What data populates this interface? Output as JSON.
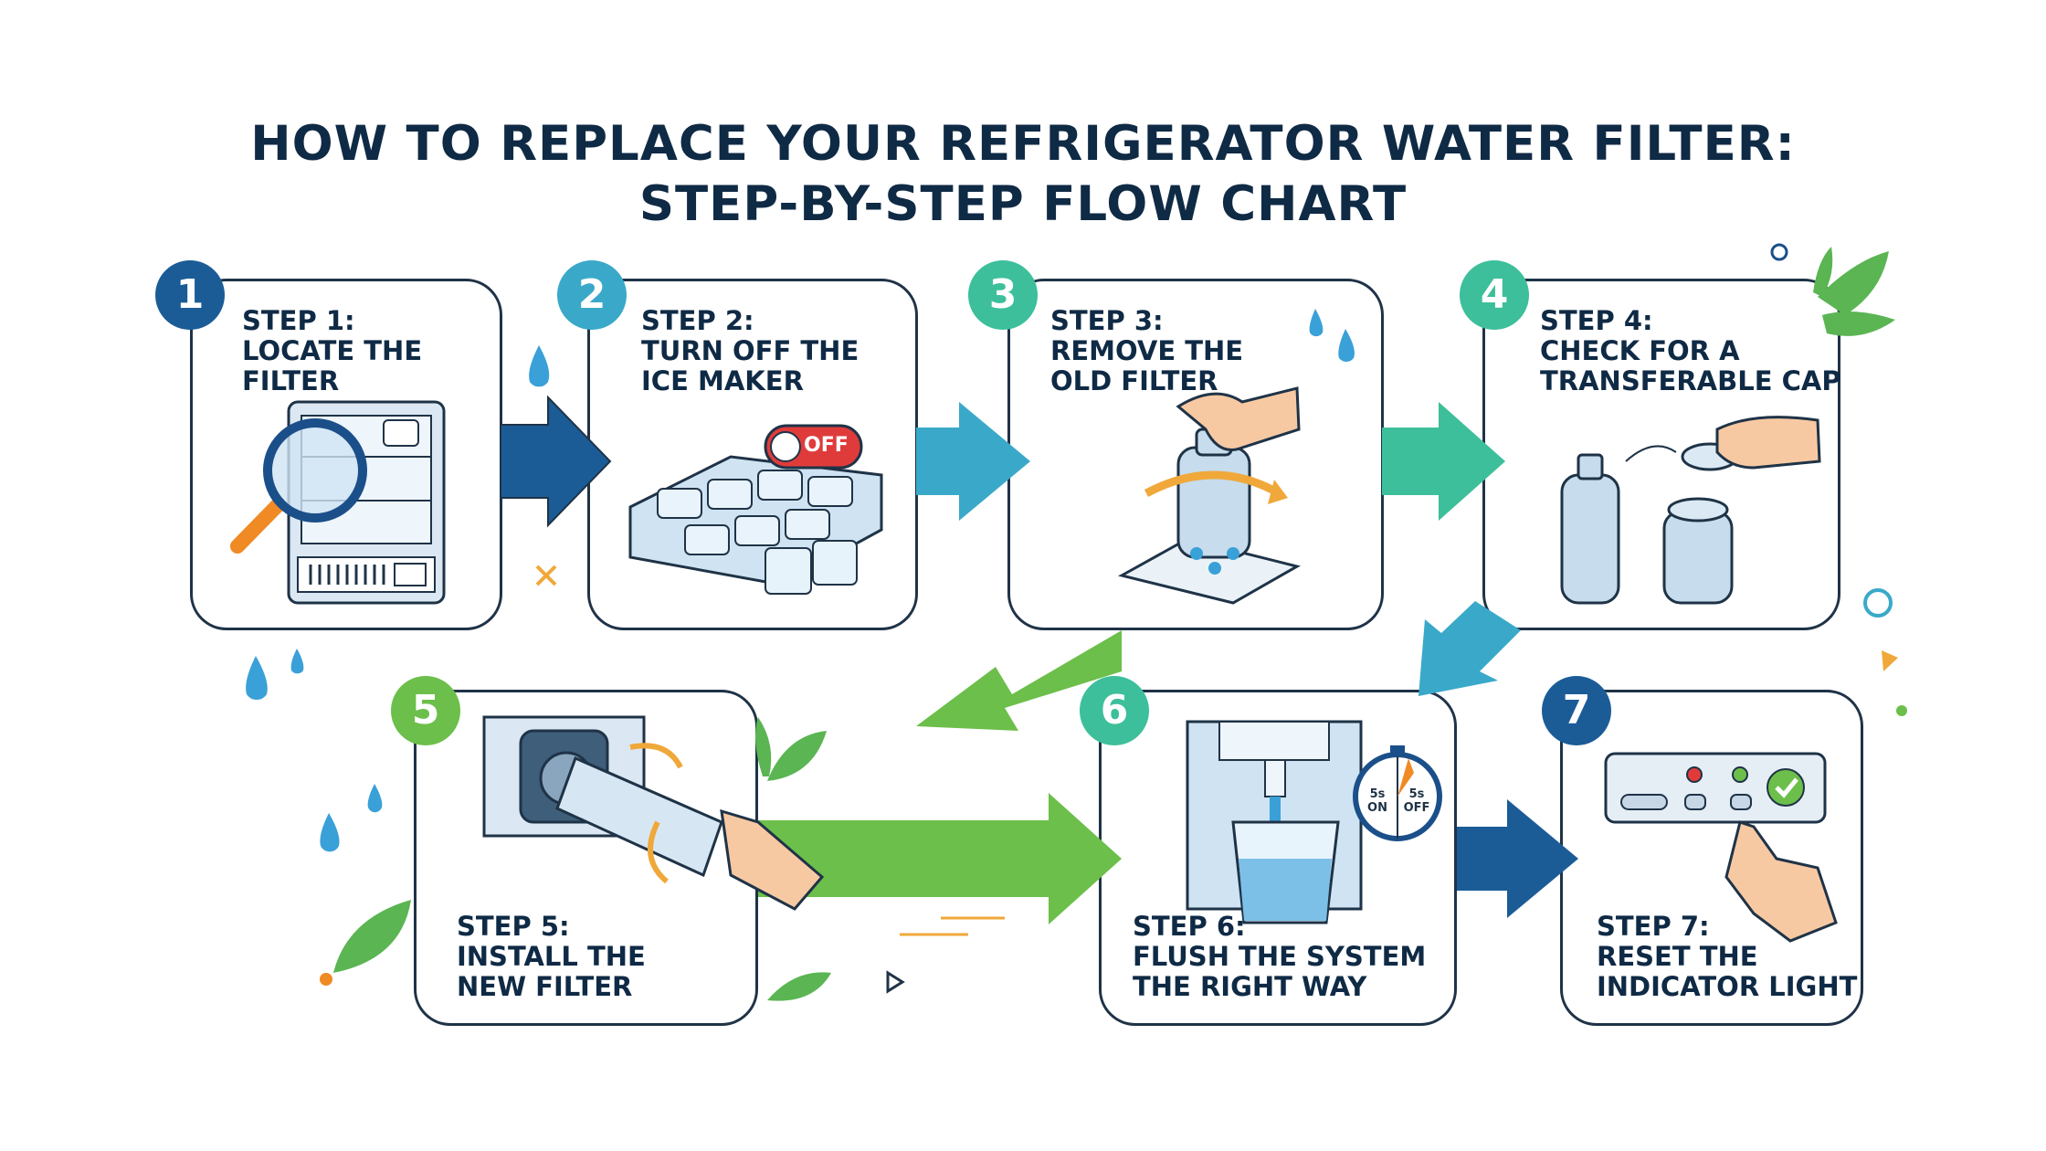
{
  "title": {
    "line1": "HOW TO REPLACE YOUR REFRIGERATOR WATER FILTER:",
    "line2": "STEP-BY-STEP FLOW CHART"
  },
  "colors": {
    "navy": "#1b4f8a",
    "teal": "#3aa9c9",
    "green_teal": "#3cbf9a",
    "green": "#6cbf4a",
    "off_red": "#e03b3b",
    "outline": "#1f3347"
  },
  "steps": [
    {
      "number": "1",
      "heading": "STEP 1:",
      "line1": "LOCATE THE",
      "line2": "FILTER",
      "icon": "fridge-magnifier"
    },
    {
      "number": "2",
      "heading": "STEP 2:",
      "line1": "TURN OFF THE",
      "line2": "ICE MAKER",
      "icon": "ice-tray",
      "toggle_label": "OFF"
    },
    {
      "number": "3",
      "heading": "STEP 3:",
      "line1": "REMOVE THE",
      "line2": "OLD FILTER",
      "icon": "hand-twisting-filter"
    },
    {
      "number": "4",
      "heading": "STEP 4:",
      "line1": "CHECK FOR A",
      "line2": "TRANSFERABLE CAP",
      "icon": "filter-cap"
    },
    {
      "number": "5",
      "heading": "STEP 5:",
      "line1": "INSTALL THE",
      "line2": "NEW FILTER",
      "icon": "insert-filter"
    },
    {
      "number": "6",
      "heading": "STEP 6:",
      "line1": "FLUSH THE SYSTEM",
      "line2": "THE RIGHT WAY",
      "icon": "dispenser-timer",
      "timer": {
        "left": "5s",
        "left_sub": "ON",
        "right": "5s",
        "right_sub": "OFF"
      }
    },
    {
      "number": "7",
      "heading": "STEP 7:",
      "line1": "RESET THE",
      "line2": "INDICATOR LIGHT",
      "icon": "reset-panel"
    }
  ]
}
